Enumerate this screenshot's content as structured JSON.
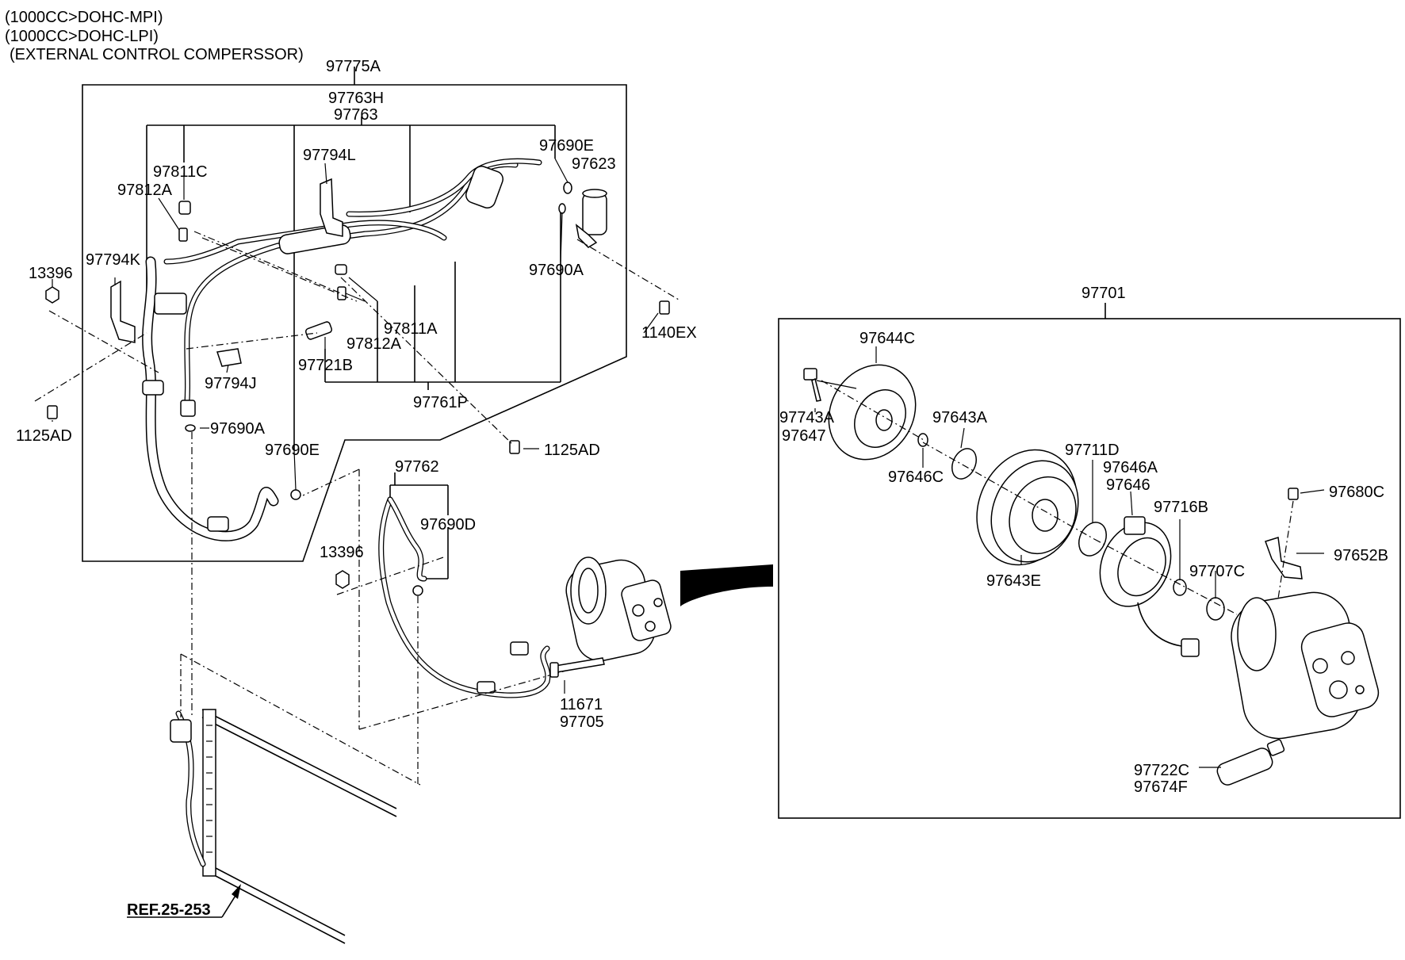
{
  "header": {
    "line1": "(1000CC>DOHC-MPI)",
    "line2": "(1000CC>DOHC-LPI)",
    "line3": "(EXTERNAL CONTROL COMPERSSOR)"
  },
  "labels": {
    "p97775A": "97775A",
    "p97763H": "97763H",
    "p97763": "97763",
    "p97811C": "97811C",
    "p97812A_top": "97812A",
    "p97794L": "97794L",
    "p97690E_top": "97690E",
    "p97623": "97623",
    "p97794K": "97794K",
    "p13396_left": "13396",
    "p97690A_right": "97690A",
    "p1140EX": "1140EX",
    "p97811A": "97811A",
    "p97812A_mid": "97812A",
    "p97721B": "97721B",
    "p97794J": "97794J",
    "p97761P": "97761P",
    "p1125AD_left": "1125AD",
    "p97690A_left": "97690A",
    "p1125AD_mid": "1125AD",
    "p97690E_mid": "97690E",
    "p97762": "97762",
    "p97690D": "97690D",
    "p13396_mid": "13396",
    "p11671": "11671",
    "p97705": "97705",
    "ref": "REF.25-253",
    "p97701": "97701",
    "p97644C": "97644C",
    "p97743A": "97743A",
    "p97647": "97647",
    "p97643A": "97643A",
    "p97646C": "97646C",
    "p97711D": "97711D",
    "p97646A": "97646A",
    "p97646": "97646",
    "p97716B": "97716B",
    "p97680C": "97680C",
    "p97652B": "97652B",
    "p97707C": "97707C",
    "p97643E": "97643E",
    "p97722C": "97722C",
    "p97674F": "97674F"
  }
}
